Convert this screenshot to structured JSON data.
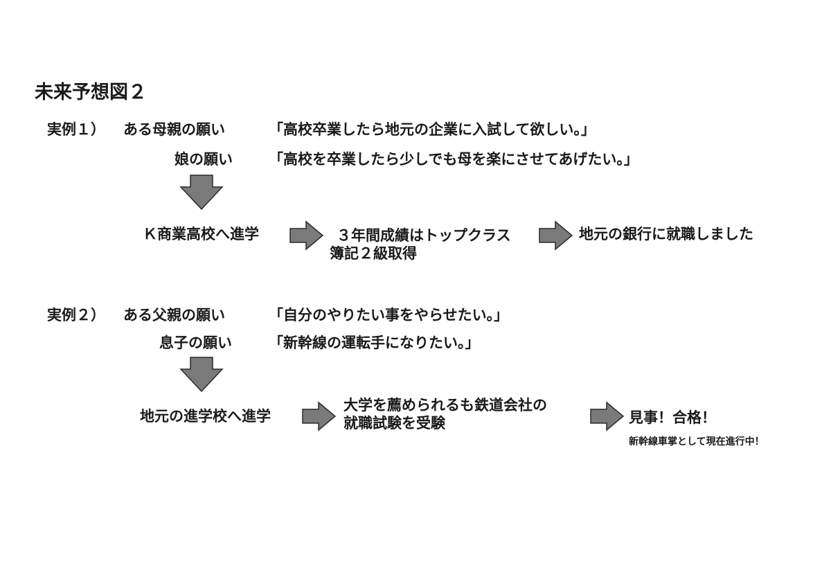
{
  "title": "未来予想図２",
  "example1": {
    "label": "実例１）",
    "parent_label": "ある母親の願い",
    "parent_quote": "「高校卒業したら地元の企業に入試して欲しい。」",
    "child_label": "娘の願い",
    "child_quote": "「高校を卒業したら少しでも母を楽にさせてあげたい。」",
    "flow": {
      "step1": "Ｋ商業高校へ進学",
      "step2_line1": "３年間成績はトップクラス",
      "step2_line2": "簿記２級取得",
      "step3": "地元の銀行に就職しました"
    }
  },
  "example2": {
    "label": "実例２）",
    "parent_label": "ある父親の願い",
    "parent_quote": "「自分のやりたい事をやらせたい。」",
    "child_label": "息子の願い",
    "child_quote": "「新幹線の運転手になりたい。」",
    "flow": {
      "step1": "地元の進学校へ進学",
      "step2_line1": "大学を薦められるも鉄道会社の",
      "step2_line2": "就職試験を受験",
      "step3": "見事！合格！",
      "note": "新幹線車掌として現在進行中！"
    }
  },
  "colors": {
    "text": "#1a1a1a",
    "arrow_fill": "#7a7a7a",
    "arrow_stroke": "#2a2a2a",
    "background": "#ffffff"
  },
  "icons": {
    "down_arrow": "down-arrow-icon",
    "right_arrow": "right-arrow-icon"
  }
}
